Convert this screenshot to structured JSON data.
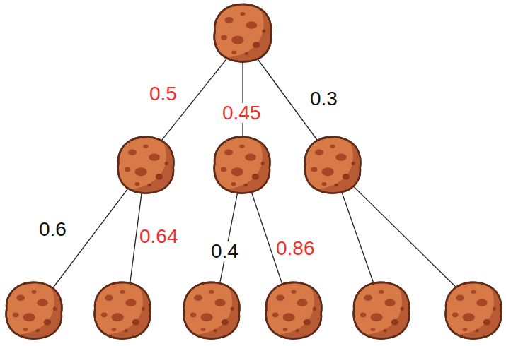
{
  "diagram": {
    "labels": [
      "0.5",
      "0.45",
      "0.3",
      "0.6",
      "0.64",
      "0.4",
      "0.86"
    ]
  }
}
